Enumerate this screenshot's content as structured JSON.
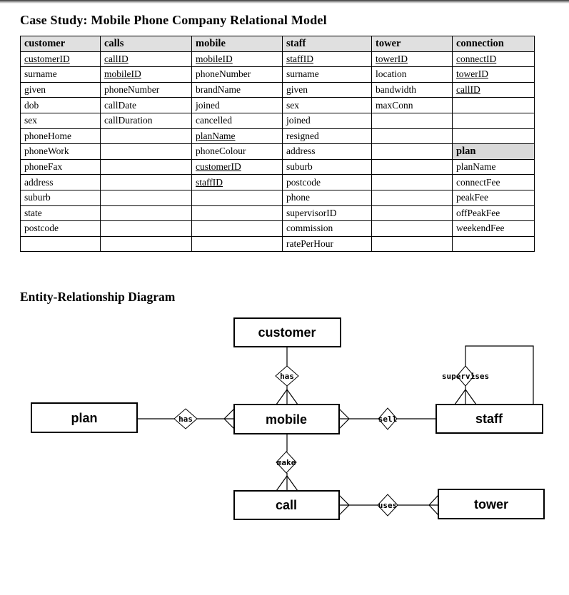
{
  "page": {
    "title": "Case Study: Mobile Phone Company Relational Model",
    "er_heading": "Entity-Relationship Diagram"
  },
  "relational_model": {
    "columns": [
      "customer",
      "calls",
      "mobile",
      "staff",
      "tower",
      "connection"
    ],
    "rows": [
      [
        {
          "t": "customerID",
          "u": 1
        },
        {
          "t": "callID",
          "u": 1
        },
        {
          "t": "mobileID",
          "u": 1
        },
        {
          "t": "staffID",
          "u": 1
        },
        {
          "t": "towerID",
          "u": 1
        },
        {
          "t": "connectID",
          "u": 1
        }
      ],
      [
        {
          "t": "surname"
        },
        {
          "t": "mobileID",
          "u": 1
        },
        {
          "t": "phoneNumber"
        },
        {
          "t": "surname"
        },
        {
          "t": "location"
        },
        {
          "t": "towerID",
          "u": 1
        }
      ],
      [
        {
          "t": "given"
        },
        {
          "t": "phoneNumber"
        },
        {
          "t": "brandName"
        },
        {
          "t": "given"
        },
        {
          "t": "bandwidth"
        },
        {
          "t": "callID",
          "u": 1
        }
      ],
      [
        {
          "t": "dob"
        },
        {
          "t": "callDate"
        },
        {
          "t": "joined"
        },
        {
          "t": "sex"
        },
        {
          "t": "maxConn"
        },
        {
          "t": ""
        }
      ],
      [
        {
          "t": "sex"
        },
        {
          "t": "callDuration"
        },
        {
          "t": "cancelled"
        },
        {
          "t": "joined"
        },
        {
          "t": ""
        },
        {
          "t": ""
        }
      ],
      [
        {
          "t": "phoneHome"
        },
        {
          "t": ""
        },
        {
          "t": "planName",
          "u": 1
        },
        {
          "t": "resigned"
        },
        {
          "t": ""
        },
        {
          "t": ""
        }
      ],
      [
        {
          "t": "phoneWork"
        },
        {
          "t": ""
        },
        {
          "t": "phoneColour"
        },
        {
          "t": "address"
        },
        {
          "t": ""
        },
        {
          "t": "plan",
          "h": 1
        }
      ],
      [
        {
          "t": "phoneFax"
        },
        {
          "t": ""
        },
        {
          "t": "customerID",
          "u": 1
        },
        {
          "t": "suburb"
        },
        {
          "t": ""
        },
        {
          "t": "planName"
        }
      ],
      [
        {
          "t": "address"
        },
        {
          "t": ""
        },
        {
          "t": "staffID",
          "u": 1
        },
        {
          "t": "postcode"
        },
        {
          "t": ""
        },
        {
          "t": "connectFee"
        }
      ],
      [
        {
          "t": "suburb"
        },
        {
          "t": ""
        },
        {
          "t": ""
        },
        {
          "t": "phone"
        },
        {
          "t": ""
        },
        {
          "t": "peakFee"
        }
      ],
      [
        {
          "t": "state"
        },
        {
          "t": ""
        },
        {
          "t": ""
        },
        {
          "t": "supervisorID"
        },
        {
          "t": ""
        },
        {
          "t": "offPeakFee"
        }
      ],
      [
        {
          "t": "postcode"
        },
        {
          "t": ""
        },
        {
          "t": ""
        },
        {
          "t": "commission"
        },
        {
          "t": ""
        },
        {
          "t": "weekendFee"
        }
      ],
      [
        {
          "t": ""
        },
        {
          "t": ""
        },
        {
          "t": ""
        },
        {
          "t": "ratePerHour"
        },
        {
          "t": ""
        },
        {
          "t": ""
        }
      ]
    ]
  },
  "er_diagram": {
    "entities": {
      "customer": "customer",
      "plan": "plan",
      "mobile": "mobile",
      "staff": "staff",
      "call": "call",
      "tower": "tower"
    },
    "relationships": {
      "customer_mobile": "has",
      "plan_mobile": "has",
      "staff_mobile": "sell",
      "staff_self": "supervises",
      "mobile_call": "make",
      "call_tower": "uses"
    }
  },
  "colors": {
    "table_header_bg": "#e0e0e0",
    "plan_cell_bg": "#d9d9d9",
    "border": "#000000",
    "text": "#000000"
  }
}
